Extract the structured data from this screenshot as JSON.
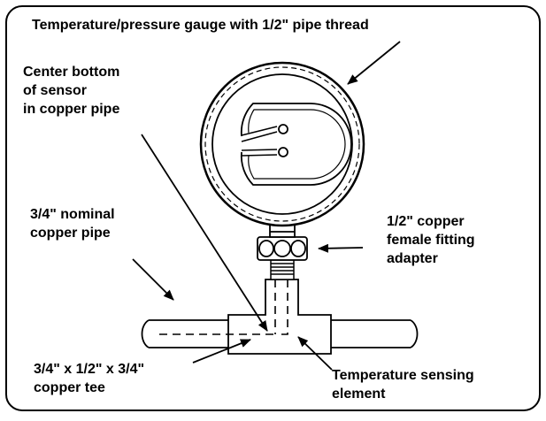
{
  "labels": {
    "gauge": "Temperature/pressure gauge with 1/2\" pipe thread",
    "sensor_center": [
      "Center bottom",
      "of sensor",
      "in copper pipe"
    ],
    "nominal_pipe": [
      "3/4\" nominal",
      "copper pipe"
    ],
    "adapter": [
      "1/2\" copper",
      "female fitting",
      "adapter"
    ],
    "tee": [
      "3/4\" x 1/2\" x 3/4\"",
      "copper tee"
    ],
    "sensing_element": [
      "Temperature sensing",
      "element"
    ]
  },
  "colors": {
    "ink": "#000000",
    "background": "#ffffff"
  }
}
